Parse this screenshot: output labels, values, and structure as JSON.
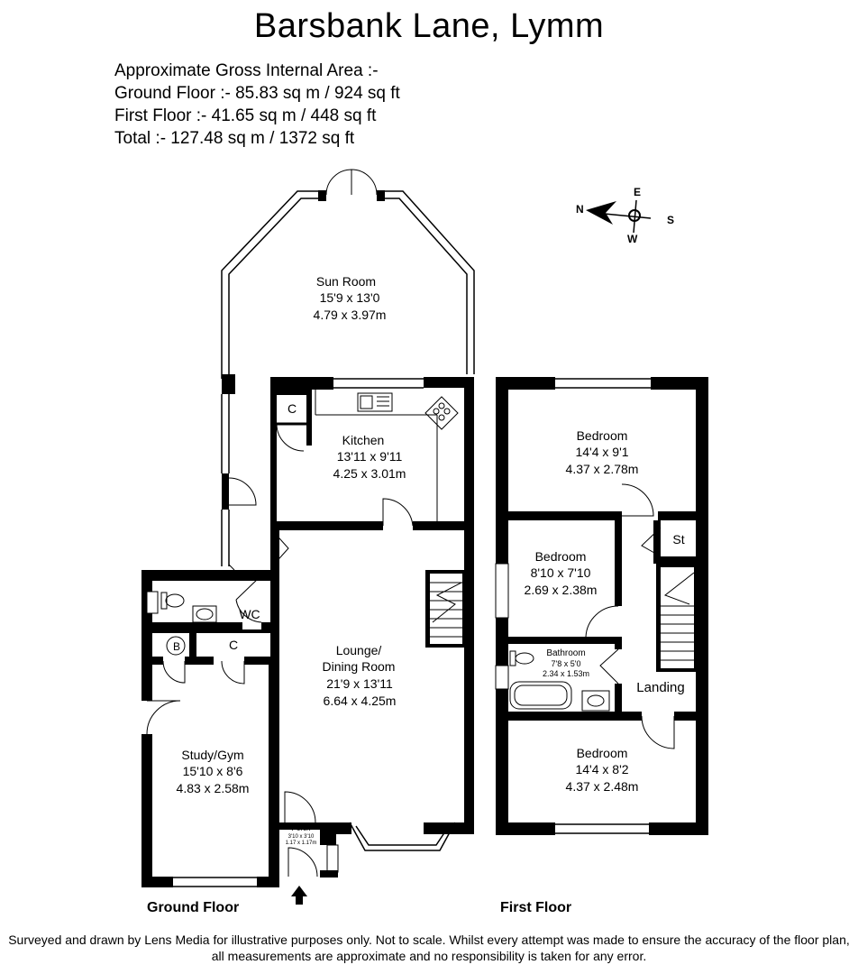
{
  "title": "Barsbank Lane, Lymm",
  "areas": {
    "heading": "Approximate Gross Internal Area :-",
    "ground": "Ground Floor :- 85.83 sq m / 924 sq ft",
    "first": "First Floor :- 41.65 sq m / 448 sq ft",
    "total": "Total :- 127.48 sq m / 1372 sq ft"
  },
  "compass": {
    "n": "N",
    "e": "E",
    "s": "S",
    "w": "W"
  },
  "rooms": {
    "sun_room": {
      "name": "Sun Room",
      "imperial": "15'9 x 13'0",
      "metric": "4.79 x 3.97m"
    },
    "kitchen": {
      "name": "Kitchen",
      "imperial": "13'11 x 9'11",
      "metric": "4.25 x 3.01m"
    },
    "lounge": {
      "name1": "Lounge/",
      "name2": "Dining Room",
      "imperial": "21'9 x 13'11",
      "metric": "6.64 x 4.25m"
    },
    "study": {
      "name": "Study/Gym",
      "imperial": "15'10 x 8'6",
      "metric": "4.83 x 2.58m"
    },
    "porch": {
      "name": "Porch",
      "imperial": "3'10 x 3'10",
      "metric": "1.17 x 1.17m"
    },
    "wc": {
      "name": "WC"
    },
    "cupboard_c": "C",
    "boiler_b": "B",
    "bedroom1": {
      "name": "Bedroom",
      "imperial": "14'4 x 9'1",
      "metric": "4.37 x 2.78m"
    },
    "bedroom2": {
      "name": "Bedroom",
      "imperial": "8'10 x 7'10",
      "metric": "2.69 x 2.38m"
    },
    "bathroom": {
      "name": "Bathroom",
      "imperial": "7'8 x 5'0",
      "metric": "2.34 x 1.53m"
    },
    "bedroom3": {
      "name": "Bedroom",
      "imperial": "14'4 x 8'2",
      "metric": "4.37 x 2.48m"
    },
    "store": {
      "name": "St"
    },
    "landing": {
      "name": "Landing"
    }
  },
  "floor_labels": {
    "ground": "Ground Floor",
    "first": "First Floor"
  },
  "footer": {
    "line1": "Surveyed and drawn by Lens Media for illustrative purposes only. Not to scale. Whilst every attempt was made to ensure the accuracy of the floor plan,",
    "line2": "all measurements are approximate and no responsibility is taken for any error."
  }
}
